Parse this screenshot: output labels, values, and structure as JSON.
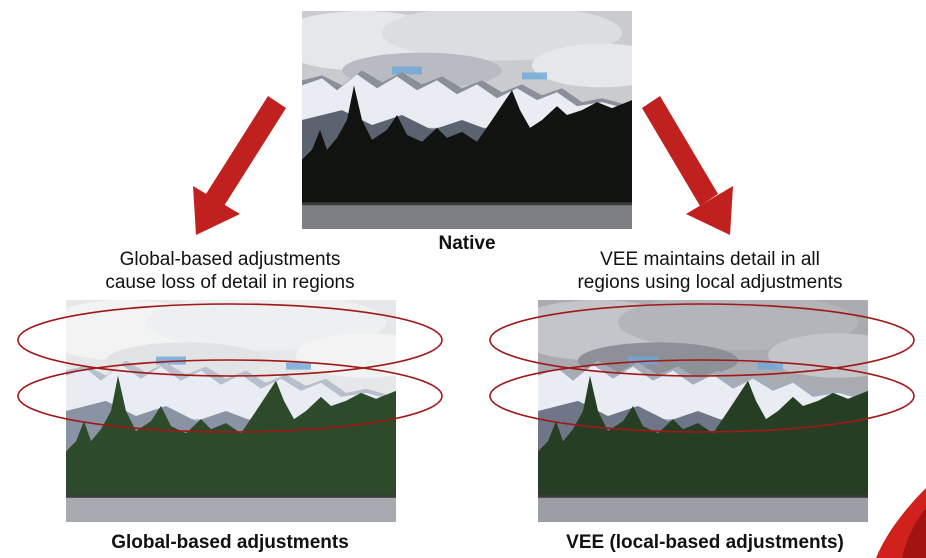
{
  "native": {
    "label": "Native"
  },
  "global": {
    "caption_line1": "Global-based adjustments",
    "caption_line2": "cause loss of detail in regions",
    "label": "Global-based adjustments"
  },
  "vee": {
    "caption_line1": "VEE maintains detail in all",
    "caption_line2": "regions using local adjustments",
    "label": "VEE (local-based adjustments)"
  },
  "colors": {
    "arrow": "#c0201e",
    "ellipse": "#a01818",
    "accent": "#d0211d"
  }
}
